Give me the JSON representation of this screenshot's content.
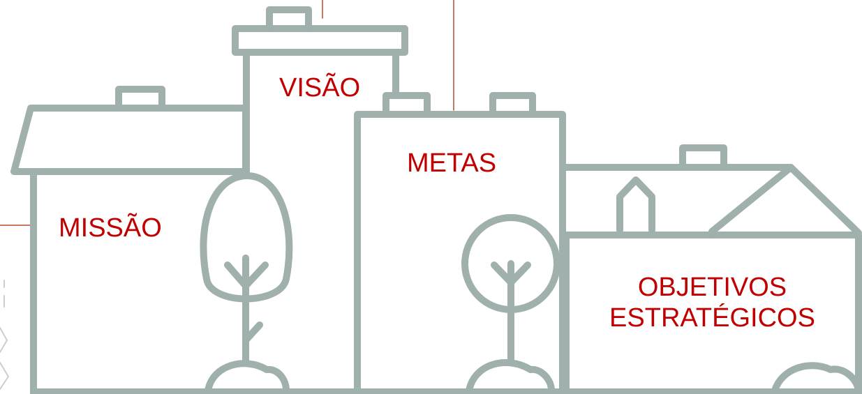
{
  "labels": {
    "missao": "MISSÃO",
    "visao": "VISÃO",
    "metas": "METAS",
    "objetivos_line1": "OBJETIVOS",
    "objetivos_line2": "ESTRATÉGICOS"
  },
  "colors": {
    "outline": "#9fb0ad",
    "label": "#c00000",
    "connector": "#b84a2e"
  }
}
